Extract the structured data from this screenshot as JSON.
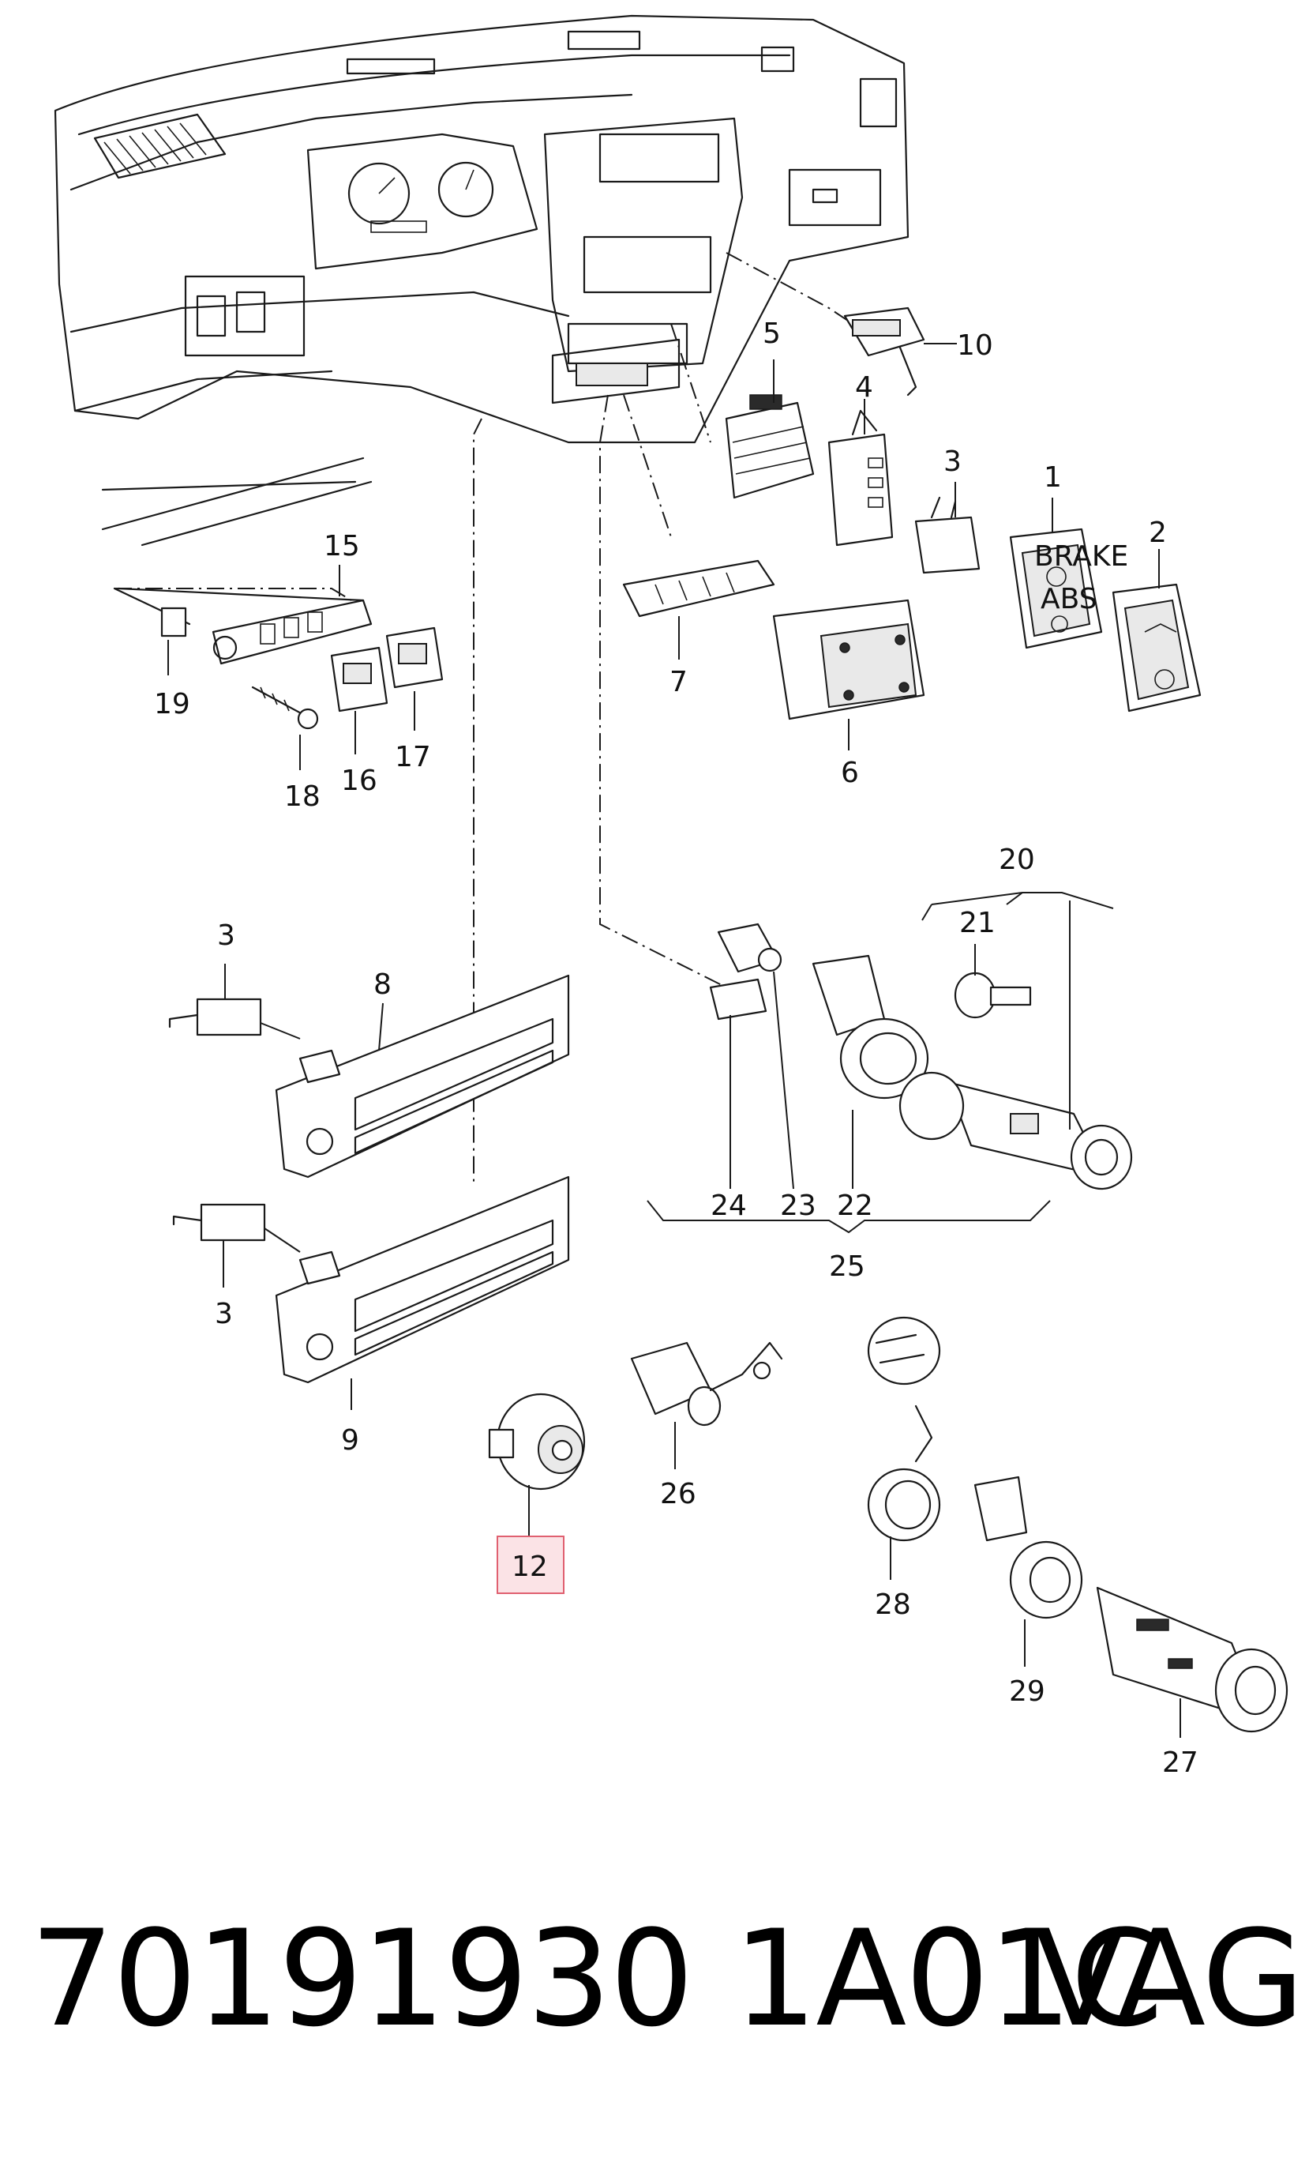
{
  "callouts": {
    "c1": "1",
    "c2": "2",
    "c3a": "3",
    "c3b": "3",
    "c3c": "3",
    "c4": "4",
    "c5": "5",
    "c6": "6",
    "c7": "7",
    "c8": "8",
    "c9": "9",
    "c10": "10",
    "c12": "12",
    "c15": "15",
    "c16": "16",
    "c17": "17",
    "c18": "18",
    "c19": "19",
    "c20": "20",
    "c21": "21",
    "c22": "22",
    "c23": "23",
    "c24": "24",
    "c25": "25",
    "c26": "26",
    "c27": "27",
    "c28": "28",
    "c29": "29"
  },
  "switch_labels": {
    "brake": "BRAKE",
    "abs": "ABS"
  },
  "highlighted_part": "12",
  "caption": {
    "part_number": "70191930 1A01C",
    "brand": "VAG"
  },
  "colors": {
    "highlight_fill": "#fbe3e6",
    "highlight_border": "#e06070",
    "line": "#1a1a1a"
  }
}
